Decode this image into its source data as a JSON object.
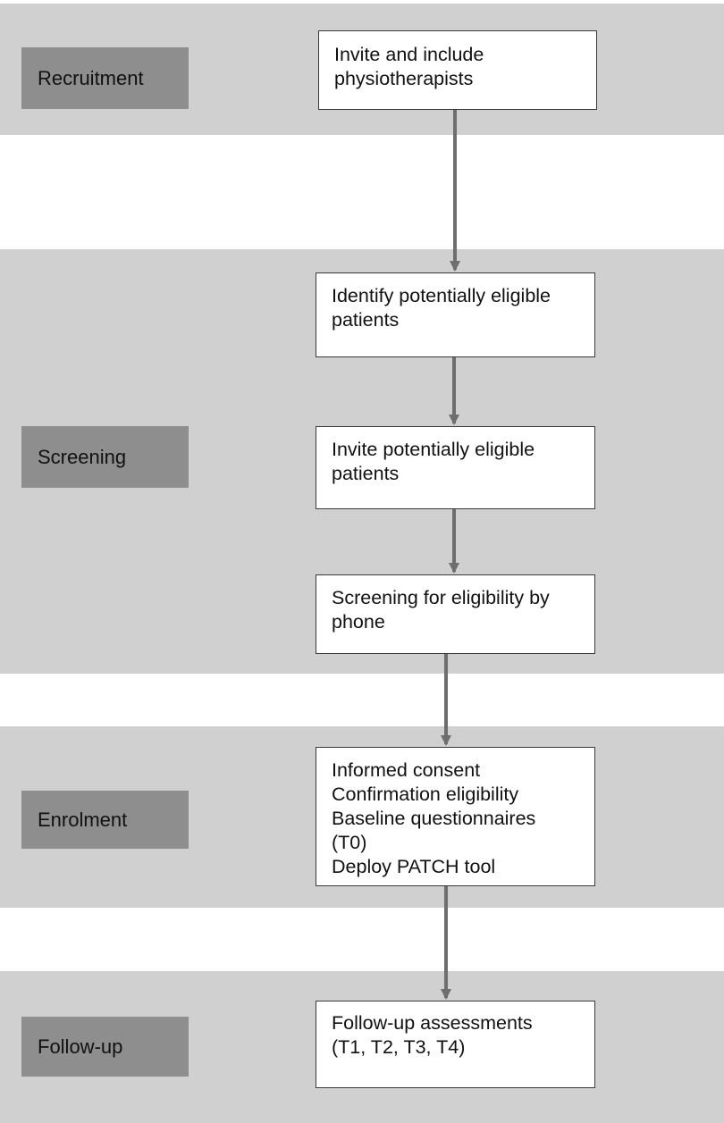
{
  "colors": {
    "band": "#d0d0d0",
    "stage_label": "#8e8e8e",
    "box_border": "#3a3a3a",
    "arrow": "#6e6e6e"
  },
  "stages": {
    "recruitment": "Recruitment",
    "screening": "Screening",
    "enrolment": "Enrolment",
    "follow_up": "Follow-up"
  },
  "steps": {
    "invite_physio": [
      "Invite and include",
      "physiotherapists"
    ],
    "identify_patients": [
      "Identify potentially eligible",
      "patients"
    ],
    "invite_patients": [
      "Invite potentially eligible",
      "patients"
    ],
    "phone_screening": [
      "Screening for eligibility by",
      "phone"
    ],
    "enrolment_tasks": [
      "Informed consent",
      "Confirmation eligibility",
      "Baseline questionnaires",
      "(T0)",
      "Deploy PATCH tool"
    ],
    "follow_up_assessments": [
      "Follow-up assessments",
      "(T1, T2, T3, T4)"
    ]
  }
}
